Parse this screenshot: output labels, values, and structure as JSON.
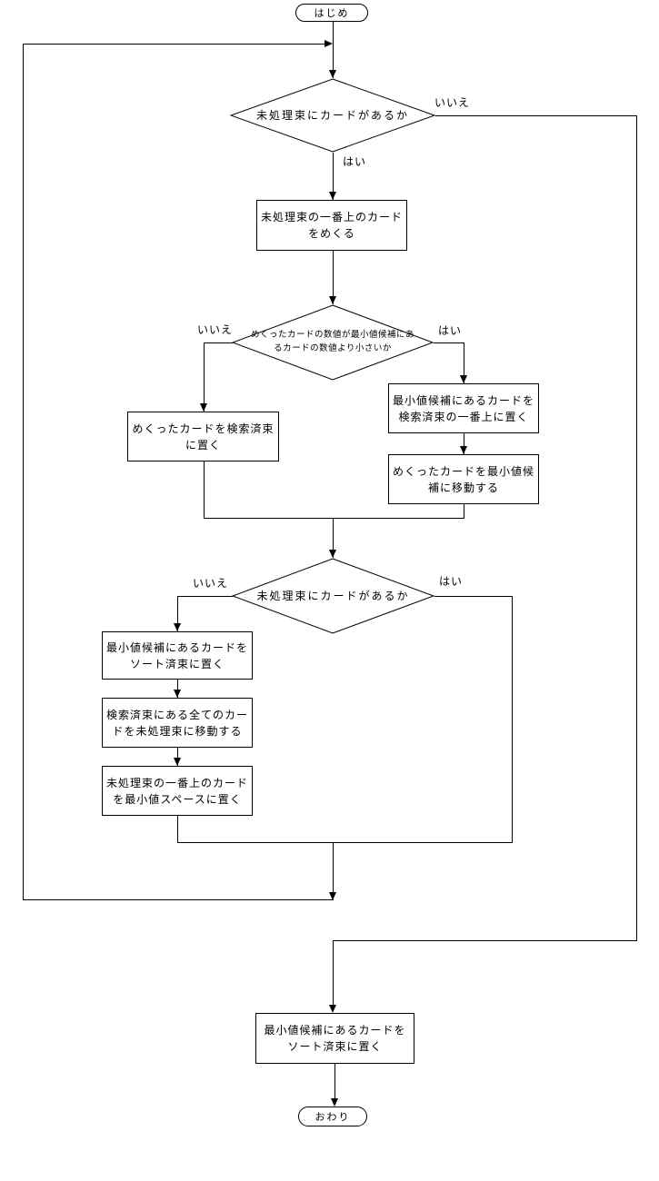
{
  "flowchart": {
    "start_label": "はじめ",
    "end_label": "おわり",
    "decision1": {
      "text": "未処理束にカードがあるか",
      "no_label": "いいえ",
      "yes_label": "はい"
    },
    "decision2": {
      "text": "めくったカードの数値が最小値候補にあ\nるカードの数値より小さいか",
      "no_label": "いいえ",
      "yes_label": "はい"
    },
    "decision3": {
      "text": "未処理束にカードがあるか",
      "no_label": "いいえ",
      "yes_label": "はい"
    },
    "process_flip_top_card": "未処理束の一番上のカード\nをめくる",
    "process_put_flipped_in_searched": "めくったカードを検索済束\nに置く",
    "process_candidate_to_searched_top": "最小値候補にあるカードを\n検索済束の一番上に置く",
    "process_flipped_to_candidate": "めくったカードを最小値候\n補に移動する",
    "process_candidate_to_sorted": "最小値候補にあるカードを\nソート済束に置く",
    "process_searched_all_to_unprocessed": "検索済束にある全てのカー\nドを未処理束に移動する",
    "process_top_to_min_space": "未処理束の一番上のカード\nを最小値スペースに置く",
    "process_final_candidate_to_sorted": "最小値候補にあるカードを\nソート済束に置く"
  }
}
